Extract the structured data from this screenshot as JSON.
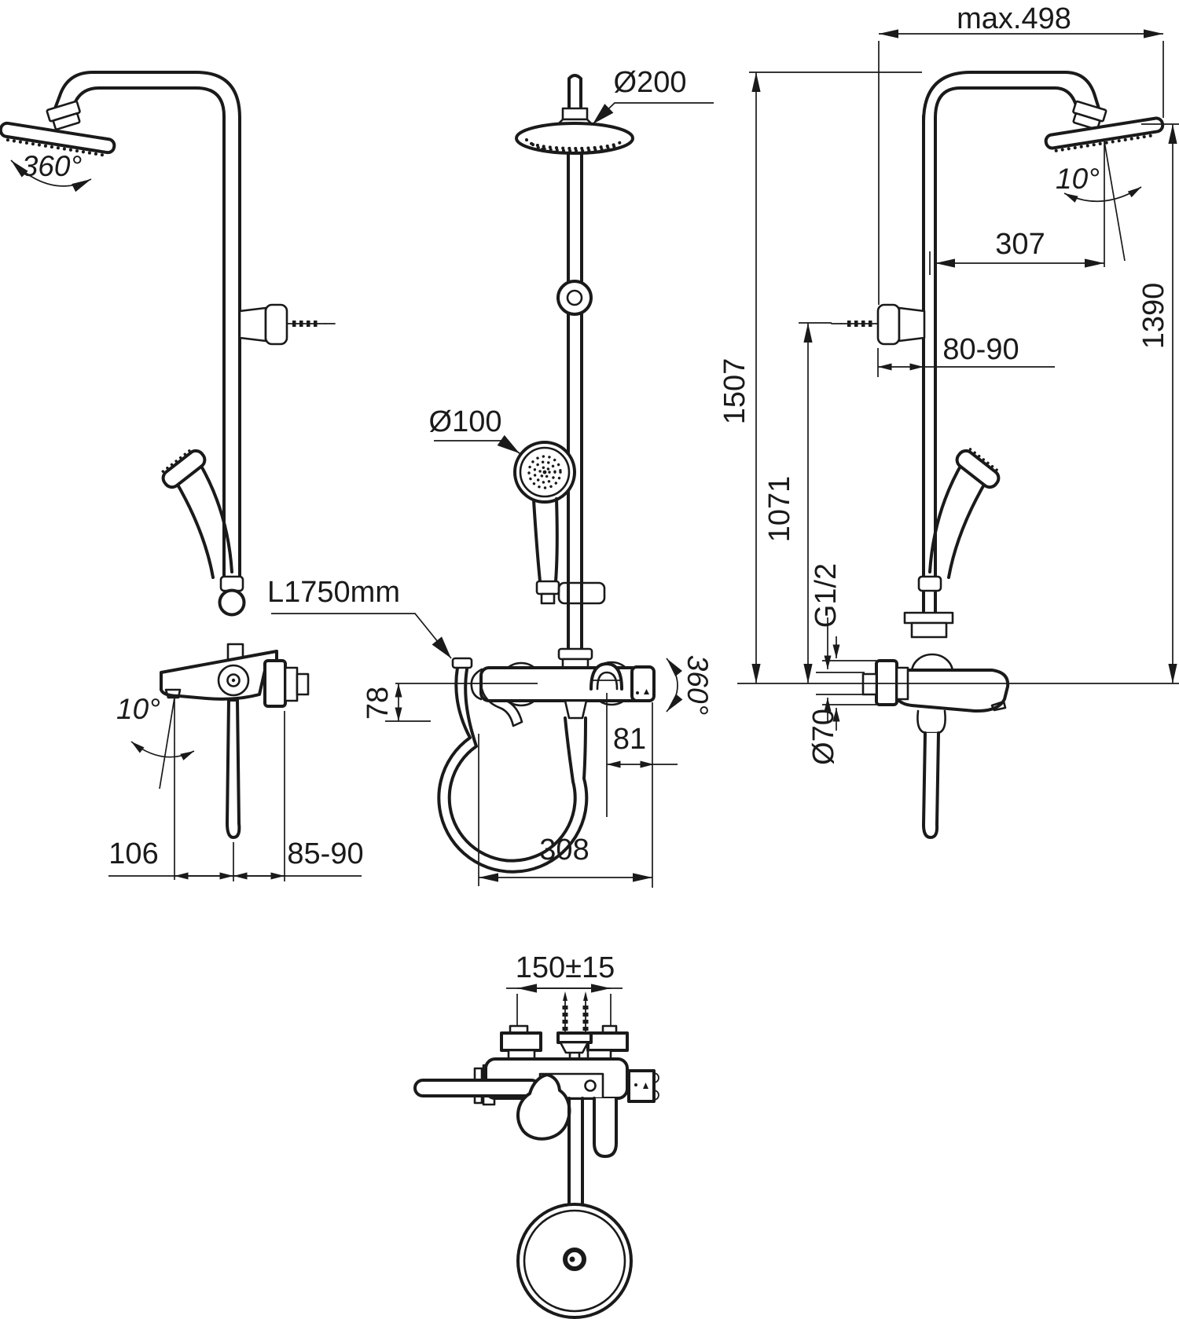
{
  "drawing": {
    "background": "#ffffff",
    "line_color": "#1a1a1a",
    "description": "dimensional technical drawing of a shower column system with bath/shower mixer",
    "views": {
      "column_side_left": {
        "name": "shower column side view",
        "labels": {
          "head_rotation": "360°"
        }
      },
      "column_front": {
        "name": "shower column front view",
        "labels": {
          "head_diameter": "Ø200",
          "handspray_diameter": "Ø100"
        }
      },
      "system_side_right": {
        "name": "shower system side view with dimensions",
        "labels": {
          "max_reach": "max.498",
          "head_tilt_angle": "10°",
          "head_offset": "307",
          "bracket_wall_distance": "80-90",
          "total_height": "1507",
          "bracket_height": "1071",
          "head_height": "1390",
          "connection_thread": "G1/2",
          "escutcheon_diameter": "Ø70"
        }
      },
      "mixer_side": {
        "name": "bath mixer side view",
        "labels": {
          "spout_angle": "10°",
          "spout_reach": "106",
          "wall_distance": "85-90"
        }
      },
      "mixer_front": {
        "name": "bath mixer front view",
        "labels": {
          "hose_length": "L1750mm",
          "body_height": "78",
          "handle_reach": "81",
          "handle_rotation": "360°",
          "overall_width": "308"
        }
      },
      "mixer_top": {
        "name": "bath mixer top view",
        "labels": {
          "connection_spacing": "150±15"
        }
      }
    }
  }
}
